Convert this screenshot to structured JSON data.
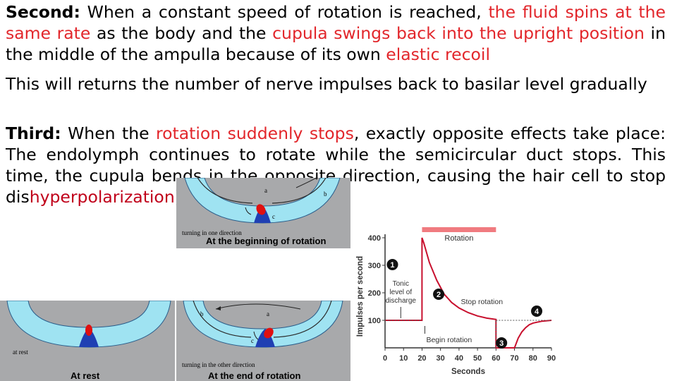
{
  "paragraphs": {
    "p1": {
      "lead": "Second:",
      "t1": " When a constant speed of rotation is reached, ",
      "h1": "the fluid spins at the same rate",
      "t2": " as the body and the ",
      "h2": "cupula swings back into the upright position",
      "t3": " in the middle of the ampulla because of its own ",
      "h3": "elastic recoil"
    },
    "p2": {
      "text": "This will returns the number of nerve impulses back to basilar level gradually"
    },
    "p3": {
      "lead": "Third:",
      "t1": " When the ",
      "h1": "rotation suddenly stops",
      "t2": ", exactly opposite effects take place: The endolymph continues to rotate while the semicircular duct stops. This time, the cupula bends in the opposite direction, causing the hair cell to stop dis",
      "h2": "hyperpolarization",
      "t3": ")"
    }
  },
  "figures": {
    "beginning": {
      "caption": "At the beginning of rotation",
      "note": "turning in one direction",
      "label_a": "a",
      "label_b": "b",
      "label_c": "c"
    },
    "rest": {
      "caption": "At rest",
      "note": "at rest"
    },
    "end": {
      "caption": "At the end of rotation",
      "note": "turning in the other direction",
      "label_a": "a",
      "label_b": "b",
      "label_c": "c"
    }
  },
  "graph": {
    "bar_label": "Rotation",
    "annotations": {
      "tonic": [
        "Tonic",
        "level of",
        "discharge"
      ],
      "stop_rotation": "Stop rotation",
      "begin_rotation": "Begin rotation"
    },
    "markers": [
      "1",
      "2",
      "3",
      "4"
    ]
  },
  "chart_data": {
    "type": "line",
    "xlabel": "Seconds",
    "ylabel": "Impulses per second",
    "xlim": [
      0,
      90
    ],
    "ylim": [
      0,
      400
    ],
    "xticks": [
      "0",
      "10",
      "20",
      "30",
      "40",
      "50",
      "60",
      "70",
      "80",
      "90"
    ],
    "yticks": [
      "100",
      "200",
      "300",
      "400"
    ],
    "rotation_period": [
      20,
      60
    ],
    "series": [
      {
        "color": "#c8102e",
        "x": [
          0,
          20,
          20,
          21,
          24,
          28,
          32,
          36,
          40,
          45,
          50,
          55,
          60,
          60,
          62,
          64,
          66,
          68,
          70,
          72,
          74,
          76,
          78,
          80,
          85,
          90
        ],
        "y": [
          100,
          100,
          400,
          380,
          310,
          245,
          195,
          165,
          145,
          128,
          116,
          108,
          103,
          0,
          0,
          0,
          0,
          0,
          0,
          35,
          58,
          73,
          84,
          90,
          97,
          100
        ]
      }
    ],
    "grid": false,
    "legend": "none"
  },
  "colors": {
    "highlight": "#e2262b",
    "endolymph": "#9fe3f2",
    "cupula_base": "#1f3fb3",
    "hair_cell": "#e01010",
    "figure_bg": "#a8a9ab",
    "trace": "#c8102e",
    "bar": "#f07b80"
  }
}
